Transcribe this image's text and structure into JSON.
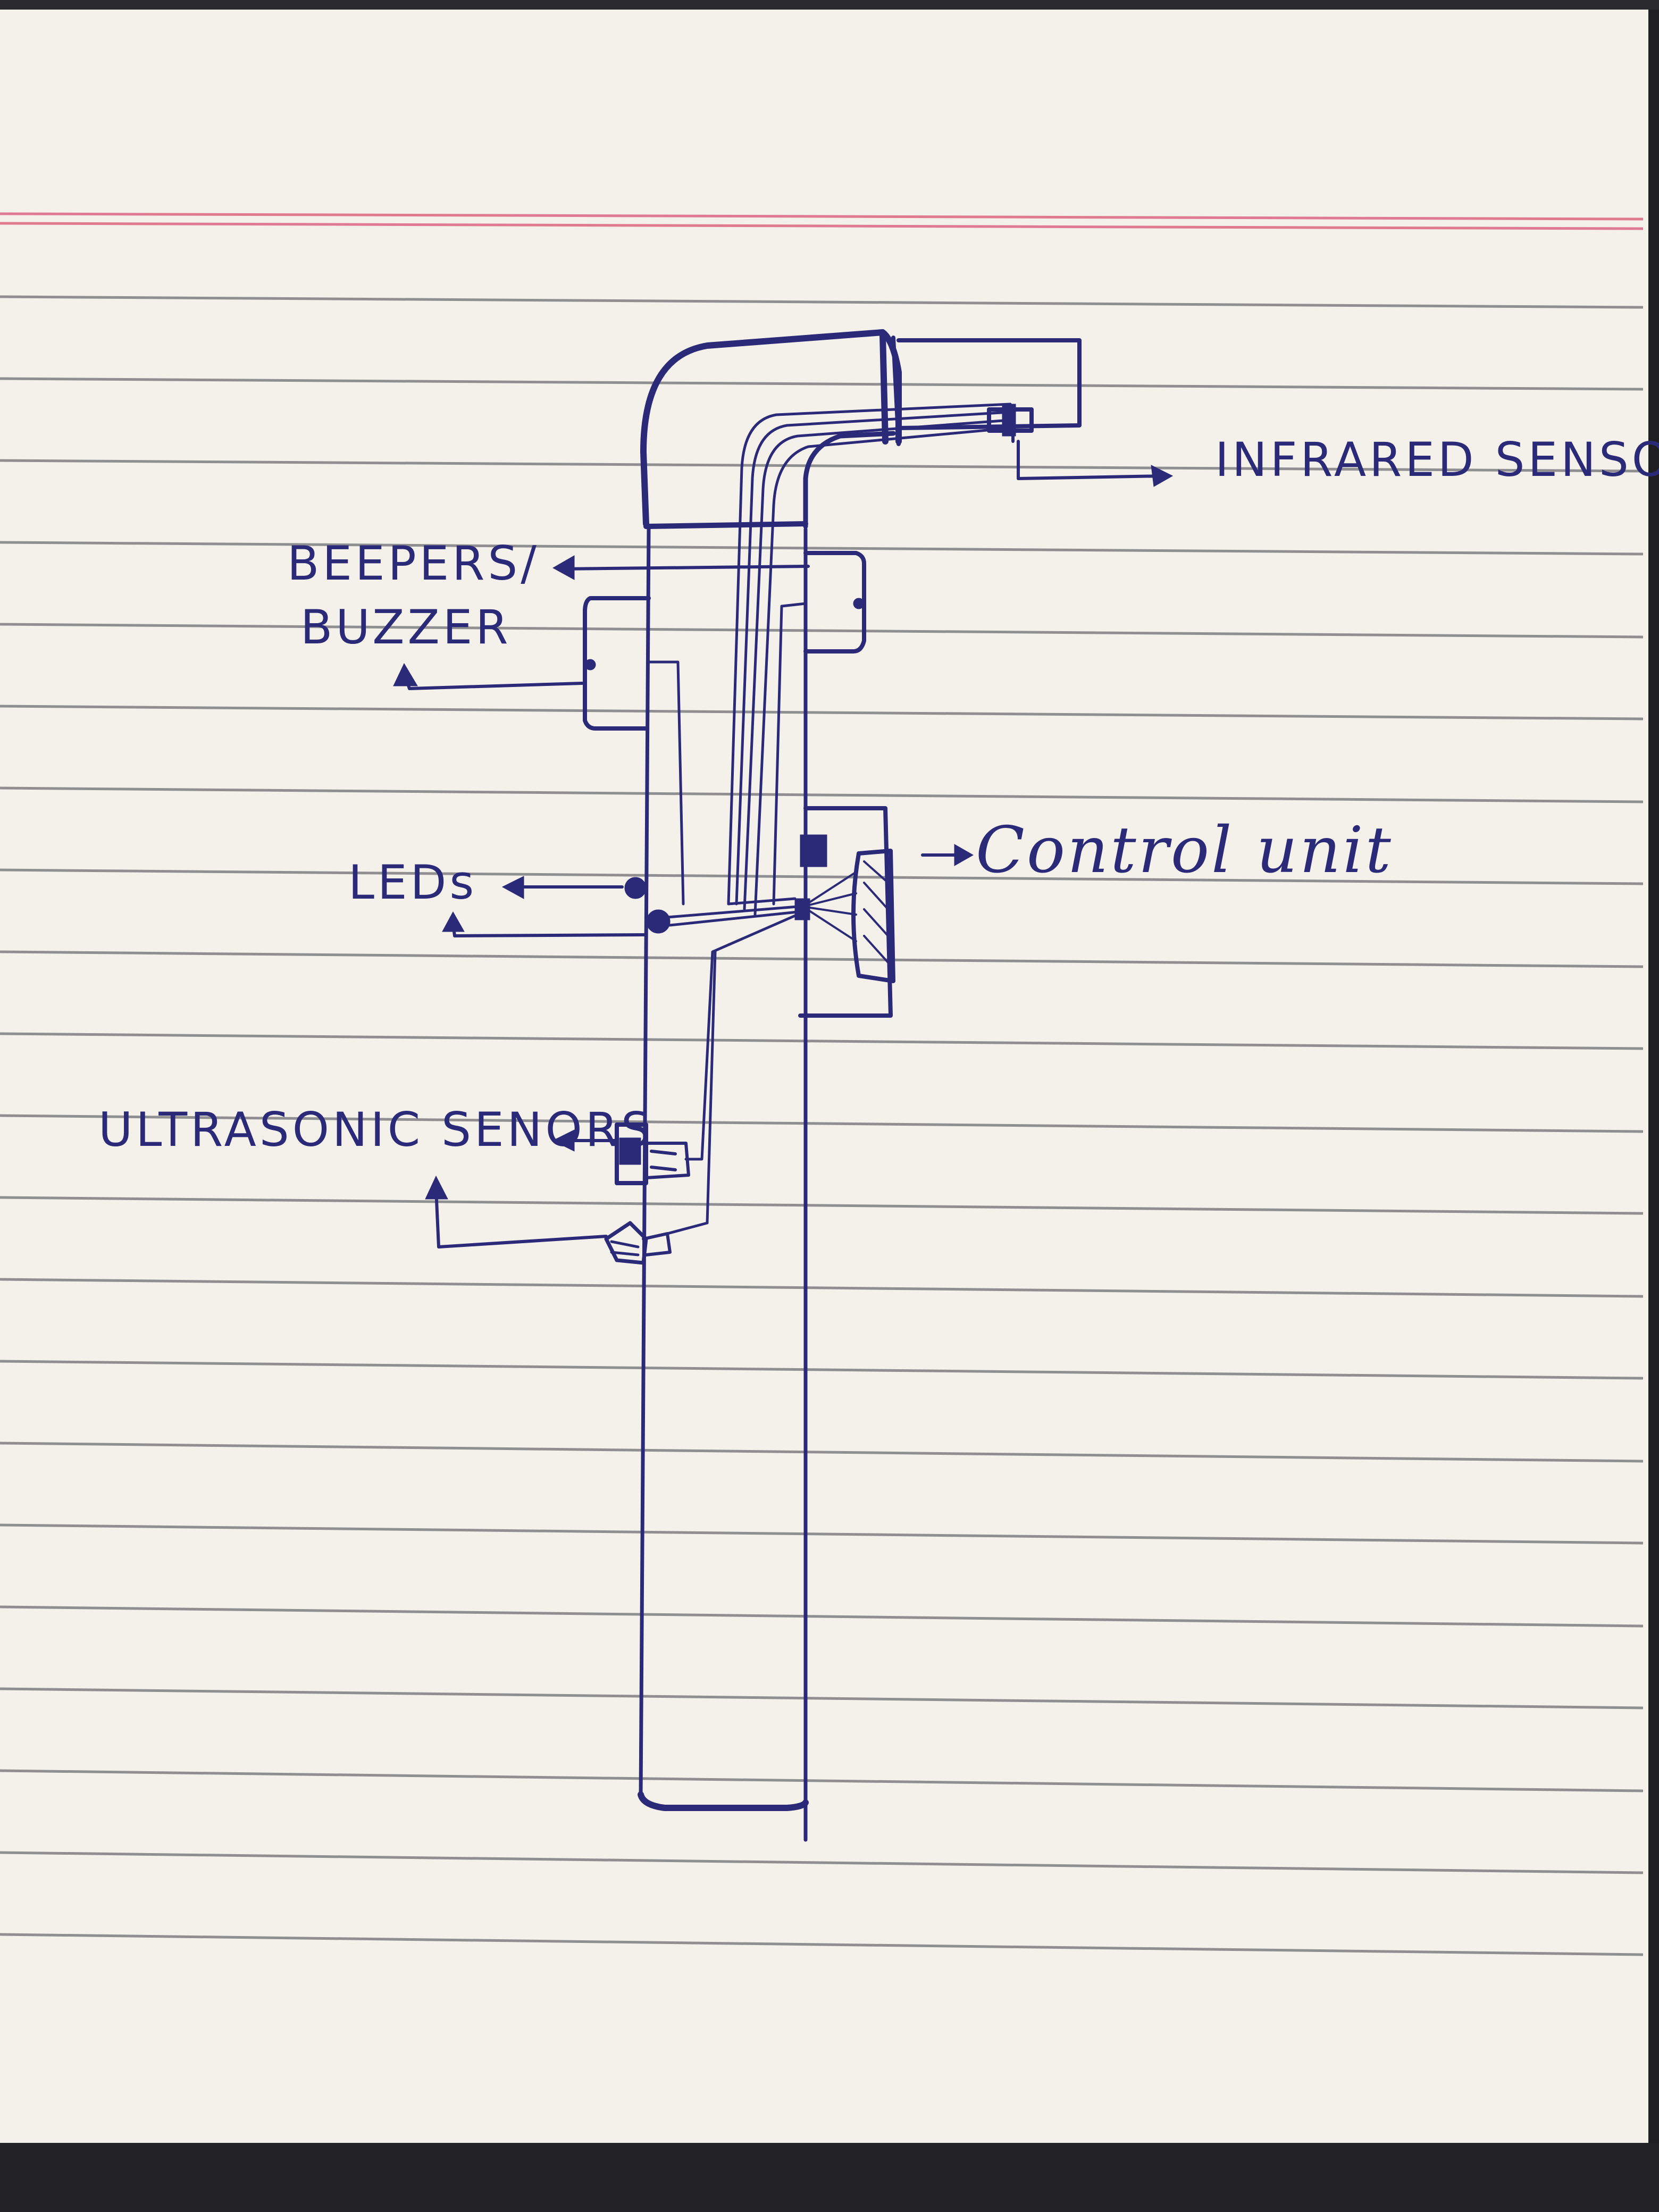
{
  "labels": {
    "infrared_sensor": "INFRARED SENSOR",
    "beepers_line1": "BEEPERS/",
    "beepers_line2": "BUZZER",
    "control_unit": "Control unit",
    "leds": "LEDs",
    "ultrasonic_sensors": "ULTRASONIC SENORS"
  },
  "colors": {
    "ink": "#2a2a78",
    "paper": "#f4f1ea",
    "rule": "#8f8f92",
    "margin": "#e07a90"
  }
}
